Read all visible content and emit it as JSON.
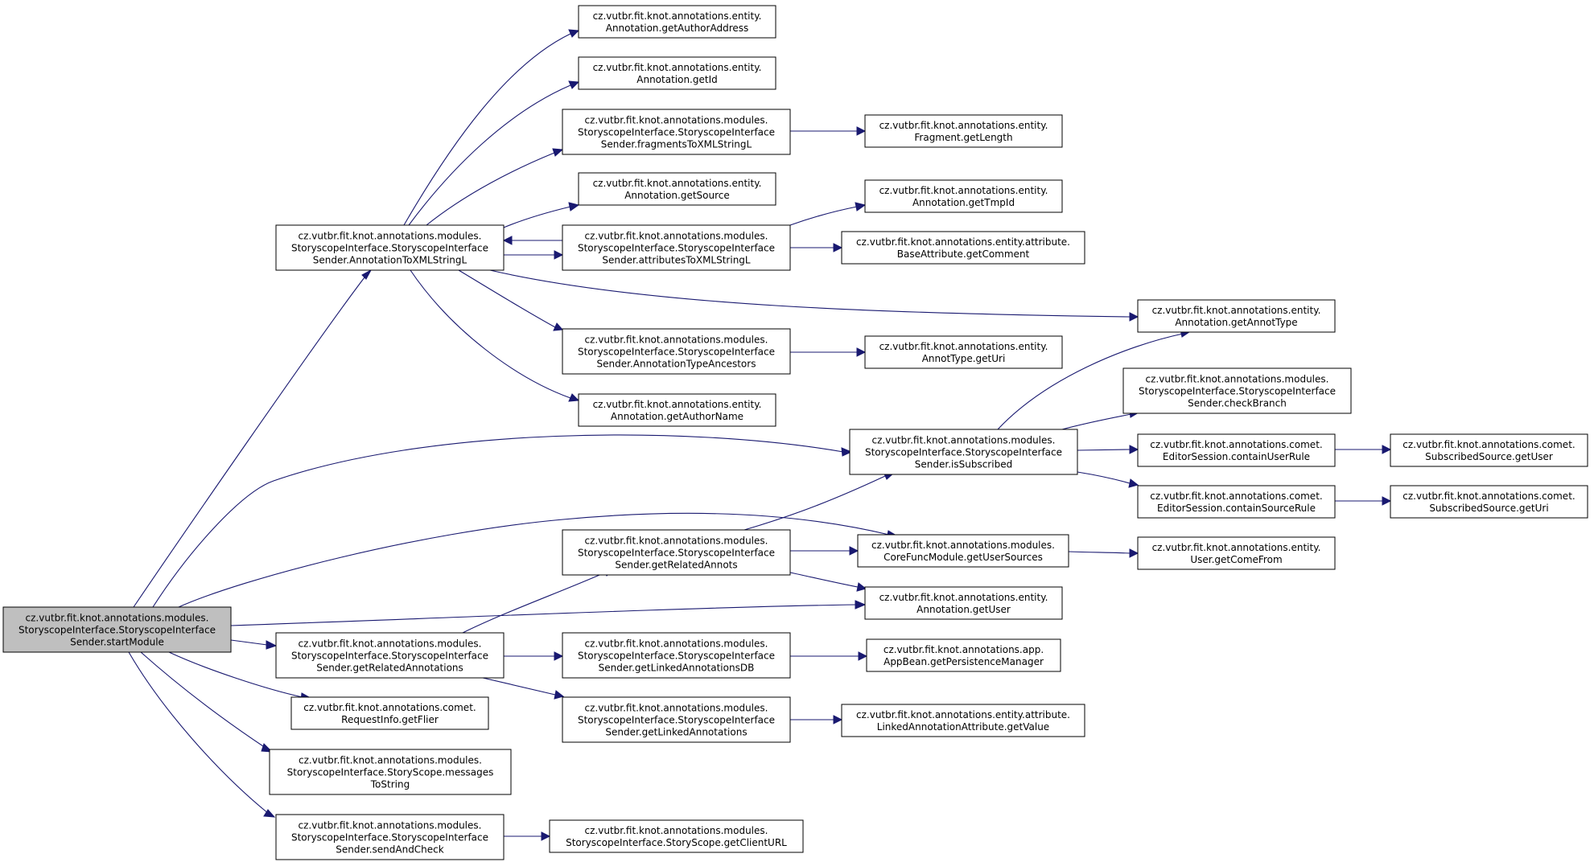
{
  "diagram": {
    "type": "call-graph",
    "colors": {
      "edge": "#191970",
      "node_border": "#000000",
      "root_fill": "#bfbfbf",
      "node_fill": "#ffffff"
    },
    "nodes": [
      {
        "id": "startModule",
        "root": true,
        "lines": [
          "cz.vutbr.fit.knot.annotations.modules.",
          "StoryscopeInterface.StoryscopeInterface",
          "Sender.startModule"
        ]
      },
      {
        "id": "AnnotationToXMLStringL",
        "lines": [
          "cz.vutbr.fit.knot.annotations.modules.",
          "StoryscopeInterface.StoryscopeInterface",
          "Sender.AnnotationToXMLStringL"
        ]
      },
      {
        "id": "getAuthorAddress",
        "lines": [
          "cz.vutbr.fit.knot.annotations.entity.",
          "Annotation.getAuthorAddress"
        ]
      },
      {
        "id": "getId",
        "lines": [
          "cz.vutbr.fit.knot.annotations.entity.",
          "Annotation.getId"
        ]
      },
      {
        "id": "fragmentsToXMLStringL",
        "lines": [
          "cz.vutbr.fit.knot.annotations.modules.",
          "StoryscopeInterface.StoryscopeInterface",
          "Sender.fragmentsToXMLStringL"
        ]
      },
      {
        "id": "getLength",
        "lines": [
          "cz.vutbr.fit.knot.annotations.entity.",
          "Fragment.getLength"
        ]
      },
      {
        "id": "getSource",
        "lines": [
          "cz.vutbr.fit.knot.annotations.entity.",
          "Annotation.getSource"
        ]
      },
      {
        "id": "getTmpId",
        "lines": [
          "cz.vutbr.fit.knot.annotations.entity.",
          "Annotation.getTmpId"
        ]
      },
      {
        "id": "attributesToXMLStringL",
        "lines": [
          "cz.vutbr.fit.knot.annotations.modules.",
          "StoryscopeInterface.StoryscopeInterface",
          "Sender.attributesToXMLStringL"
        ]
      },
      {
        "id": "getComment",
        "lines": [
          "cz.vutbr.fit.knot.annotations.entity.attribute.",
          "BaseAttribute.getComment"
        ]
      },
      {
        "id": "getAnnotType",
        "lines": [
          "cz.vutbr.fit.knot.annotations.entity.",
          "Annotation.getAnnotType"
        ]
      },
      {
        "id": "AnnotationTypeAncestors",
        "lines": [
          "cz.vutbr.fit.knot.annotations.modules.",
          "StoryscopeInterface.StoryscopeInterface",
          "Sender.AnnotationTypeAncestors"
        ]
      },
      {
        "id": "AnnotTypeGetUri",
        "lines": [
          "cz.vutbr.fit.knot.annotations.entity.",
          "AnnotType.getUri"
        ]
      },
      {
        "id": "getAuthorName",
        "lines": [
          "cz.vutbr.fit.knot.annotations.entity.",
          "Annotation.getAuthorName"
        ]
      },
      {
        "id": "checkBranch",
        "lines": [
          "cz.vutbr.fit.knot.annotations.modules.",
          "StoryscopeInterface.StoryscopeInterface",
          "Sender.checkBranch"
        ]
      },
      {
        "id": "isSubscribed",
        "lines": [
          "cz.vutbr.fit.knot.annotations.modules.",
          "StoryscopeInterface.StoryscopeInterface",
          "Sender.isSubscribed"
        ]
      },
      {
        "id": "containUserRule",
        "lines": [
          "cz.vutbr.fit.knot.annotations.comet.",
          "EditorSession.containUserRule"
        ]
      },
      {
        "id": "SubscribedSourceGetUser",
        "lines": [
          "cz.vutbr.fit.knot.annotations.comet.",
          "SubscribedSource.getUser"
        ]
      },
      {
        "id": "containSourceRule",
        "lines": [
          "cz.vutbr.fit.knot.annotations.comet.",
          "EditorSession.containSourceRule"
        ]
      },
      {
        "id": "SubscribedSourceGetUri",
        "lines": [
          "cz.vutbr.fit.knot.annotations.comet.",
          "SubscribedSource.getUri"
        ]
      },
      {
        "id": "getRelatedAnnots",
        "lines": [
          "cz.vutbr.fit.knot.annotations.modules.",
          "StoryscopeInterface.StoryscopeInterface",
          "Sender.getRelatedAnnots"
        ]
      },
      {
        "id": "getUserSources",
        "lines": [
          "cz.vutbr.fit.knot.annotations.modules.",
          "CoreFuncModule.getUserSources"
        ]
      },
      {
        "id": "getComeFrom",
        "lines": [
          "cz.vutbr.fit.knot.annotations.entity.",
          "User.getComeFrom"
        ]
      },
      {
        "id": "AnnotationGetUser",
        "lines": [
          "cz.vutbr.fit.knot.annotations.entity.",
          "Annotation.getUser"
        ]
      },
      {
        "id": "getRelatedAnnotations",
        "lines": [
          "cz.vutbr.fit.knot.annotations.modules.",
          "StoryscopeInterface.StoryscopeInterface",
          "Sender.getRelatedAnnotations"
        ]
      },
      {
        "id": "getLinkedAnnotationsDB",
        "lines": [
          "cz.vutbr.fit.knot.annotations.modules.",
          "StoryscopeInterface.StoryscopeInterface",
          "Sender.getLinkedAnnotationsDB"
        ]
      },
      {
        "id": "getPersistenceManager",
        "lines": [
          "cz.vutbr.fit.knot.annotations.app.",
          "AppBean.getPersistenceManager"
        ]
      },
      {
        "id": "getFlier",
        "lines": [
          "cz.vutbr.fit.knot.annotations.comet.",
          "RequestInfo.getFlier"
        ]
      },
      {
        "id": "getLinkedAnnotations",
        "lines": [
          "cz.vutbr.fit.knot.annotations.modules.",
          "StoryscopeInterface.StoryscopeInterface",
          "Sender.getLinkedAnnotations"
        ]
      },
      {
        "id": "getValue",
        "lines": [
          "cz.vutbr.fit.knot.annotations.entity.attribute.",
          "LinkedAnnotationAttribute.getValue"
        ]
      },
      {
        "id": "messagesToString",
        "lines": [
          "cz.vutbr.fit.knot.annotations.modules.",
          "StoryscopeInterface.StoryScope.messages",
          "ToString"
        ]
      },
      {
        "id": "sendAndCheck",
        "lines": [
          "cz.vutbr.fit.knot.annotations.modules.",
          "StoryscopeInterface.StoryscopeInterface",
          "Sender.sendAndCheck"
        ]
      },
      {
        "id": "getClientURL",
        "lines": [
          "cz.vutbr.fit.knot.annotations.modules.",
          "StoryscopeInterface.StoryScope.getClientURL"
        ]
      }
    ],
    "edges": [
      {
        "from": "startModule",
        "to": "AnnotationToXMLStringL"
      },
      {
        "from": "startModule",
        "to": "isSubscribed"
      },
      {
        "from": "startModule",
        "to": "getUserSources"
      },
      {
        "from": "startModule",
        "to": "AnnotationGetUser"
      },
      {
        "from": "startModule",
        "to": "getRelatedAnnotations"
      },
      {
        "from": "startModule",
        "to": "getFlier"
      },
      {
        "from": "startModule",
        "to": "messagesToString"
      },
      {
        "from": "startModule",
        "to": "sendAndCheck"
      },
      {
        "from": "AnnotationToXMLStringL",
        "to": "getAuthorAddress"
      },
      {
        "from": "AnnotationToXMLStringL",
        "to": "getId"
      },
      {
        "from": "AnnotationToXMLStringL",
        "to": "fragmentsToXMLStringL"
      },
      {
        "from": "AnnotationToXMLStringL",
        "to": "getSource"
      },
      {
        "from": "AnnotationToXMLStringL",
        "to": "attributesToXMLStringL"
      },
      {
        "from": "AnnotationToXMLStringL",
        "to": "getAnnotType"
      },
      {
        "from": "AnnotationToXMLStringL",
        "to": "AnnotationTypeAncestors"
      },
      {
        "from": "AnnotationToXMLStringL",
        "to": "getAuthorName"
      },
      {
        "from": "fragmentsToXMLStringL",
        "to": "getLength"
      },
      {
        "from": "attributesToXMLStringL",
        "to": "getTmpId"
      },
      {
        "from": "attributesToXMLStringL",
        "to": "getComment"
      },
      {
        "from": "attributesToXMLStringL",
        "to": "AnnotationToXMLStringL"
      },
      {
        "from": "AnnotationTypeAncestors",
        "to": "AnnotTypeGetUri"
      },
      {
        "from": "isSubscribed",
        "to": "getAnnotType"
      },
      {
        "from": "isSubscribed",
        "to": "checkBranch"
      },
      {
        "from": "isSubscribed",
        "to": "containUserRule"
      },
      {
        "from": "isSubscribed",
        "to": "containSourceRule"
      },
      {
        "from": "containUserRule",
        "to": "SubscribedSourceGetUser"
      },
      {
        "from": "containSourceRule",
        "to": "SubscribedSourceGetUri"
      },
      {
        "from": "getRelatedAnnots",
        "to": "isSubscribed"
      },
      {
        "from": "getRelatedAnnots",
        "to": "getUserSources"
      },
      {
        "from": "getRelatedAnnots",
        "to": "AnnotationGetUser"
      },
      {
        "from": "getUserSources",
        "to": "getComeFrom"
      },
      {
        "from": "getRelatedAnnotations",
        "to": "getRelatedAnnots"
      },
      {
        "from": "getRelatedAnnotations",
        "to": "getLinkedAnnotationsDB"
      },
      {
        "from": "getRelatedAnnotations",
        "to": "getLinkedAnnotations"
      },
      {
        "from": "getLinkedAnnotationsDB",
        "to": "getPersistenceManager"
      },
      {
        "from": "getLinkedAnnotations",
        "to": "getValue"
      },
      {
        "from": "sendAndCheck",
        "to": "getClientURL"
      }
    ]
  }
}
